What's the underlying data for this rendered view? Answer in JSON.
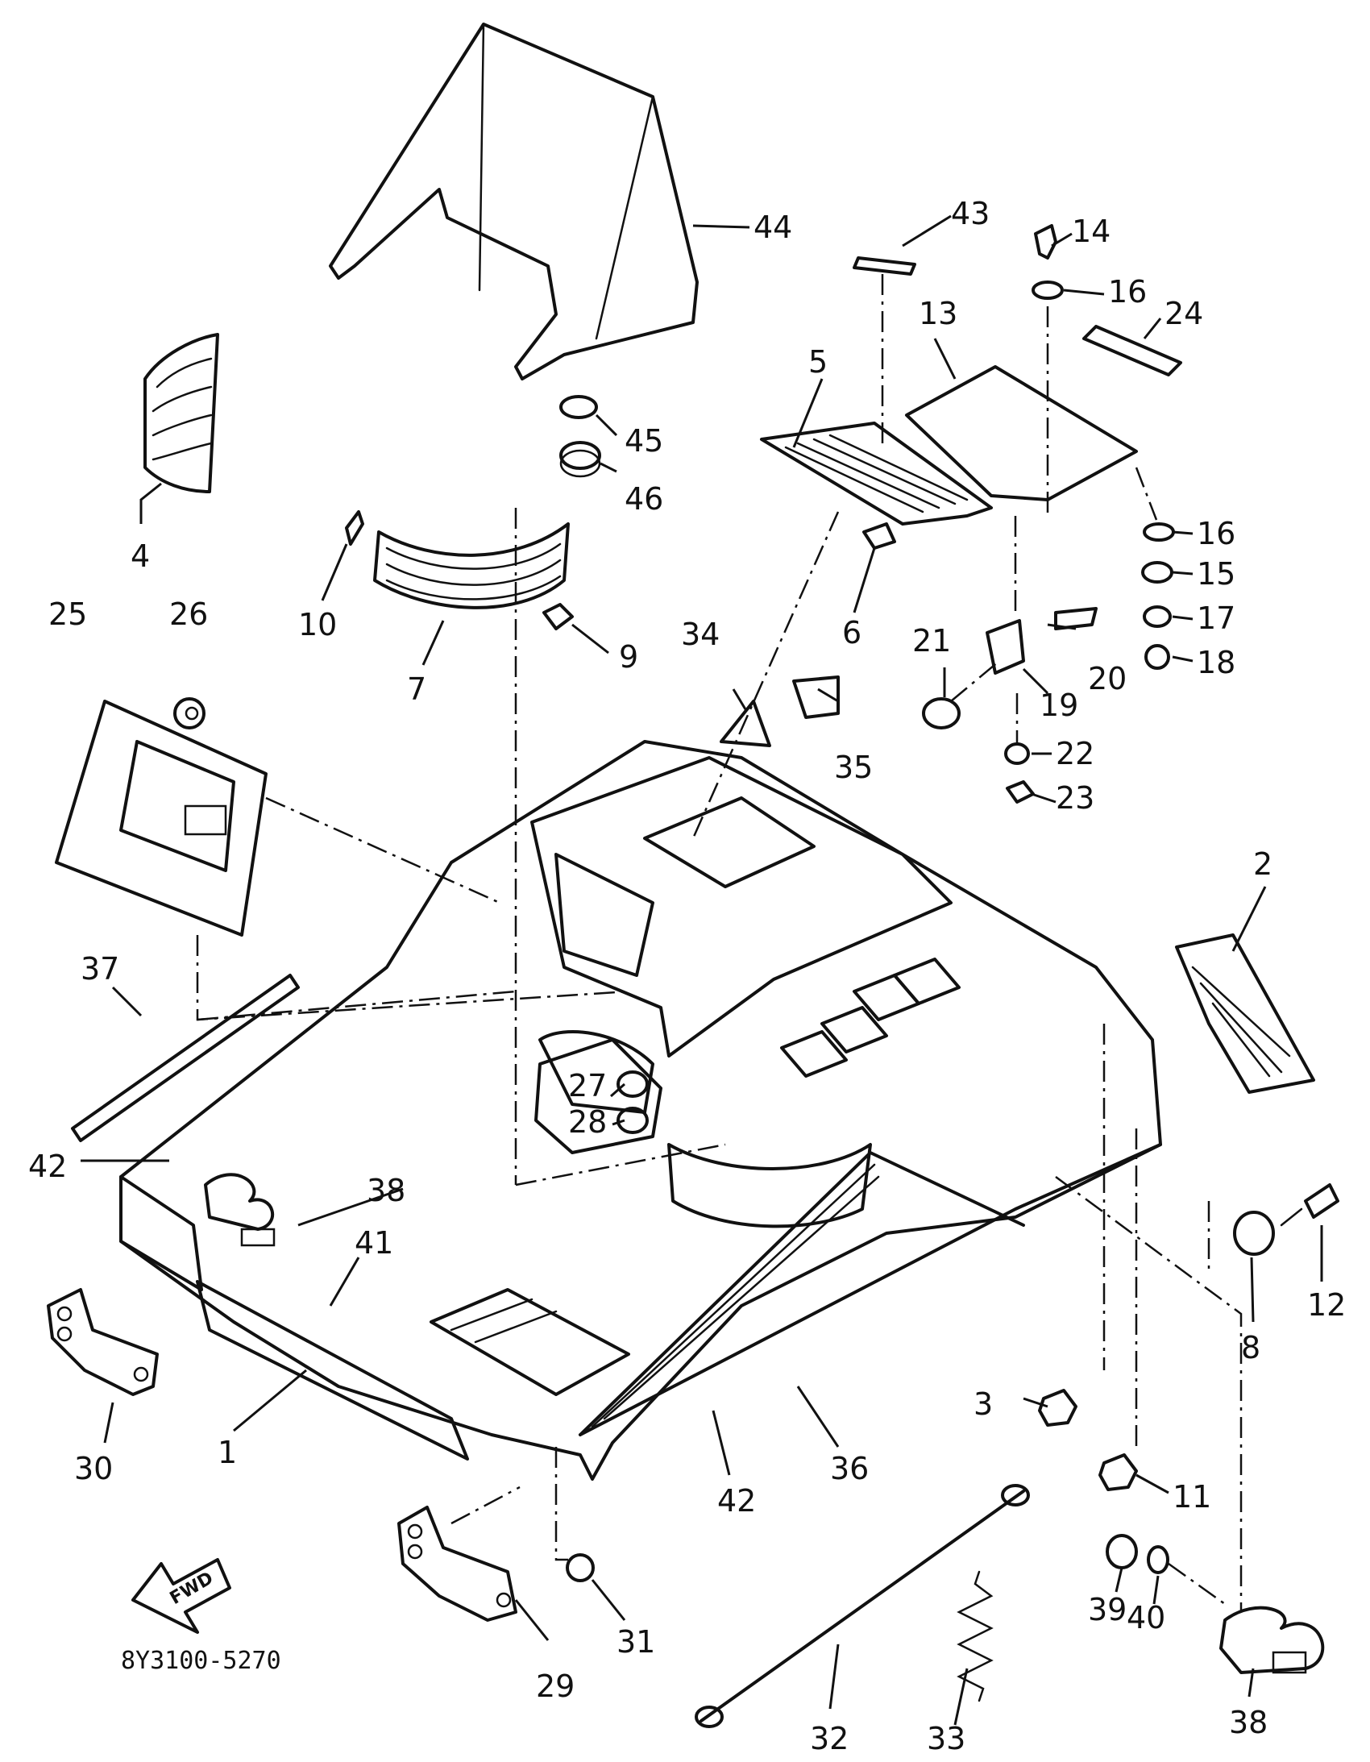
{
  "drawing_code": "8Y3100-5270",
  "front_arrow_label": "FWD",
  "callouts": {
    "c1": "1",
    "c2": "2",
    "c3": "3",
    "c4": "4",
    "c5": "5",
    "c6": "6",
    "c7": "7",
    "c8": "8",
    "c9": "9",
    "c10": "10",
    "c11": "11",
    "c12": "12",
    "c13": "13",
    "c14": "14",
    "c15": "15",
    "c16a": "16",
    "c16b": "16",
    "c17": "17",
    "c18": "18",
    "c19": "19",
    "c20": "20",
    "c21": "21",
    "c22": "22",
    "c23": "23",
    "c24": "24",
    "c25": "25",
    "c26": "26",
    "c27": "27",
    "c28": "28",
    "c29": "29",
    "c30": "30",
    "c31": "31",
    "c32": "32",
    "c33": "33",
    "c34": "34",
    "c35": "35",
    "c36": "36",
    "c37": "37",
    "c38a": "38",
    "c38b": "38",
    "c39": "39",
    "c40": "40",
    "c41": "41",
    "c42a": "42",
    "c42b": "42",
    "c43": "43",
    "c44": "44",
    "c45": "45",
    "c46": "46"
  }
}
